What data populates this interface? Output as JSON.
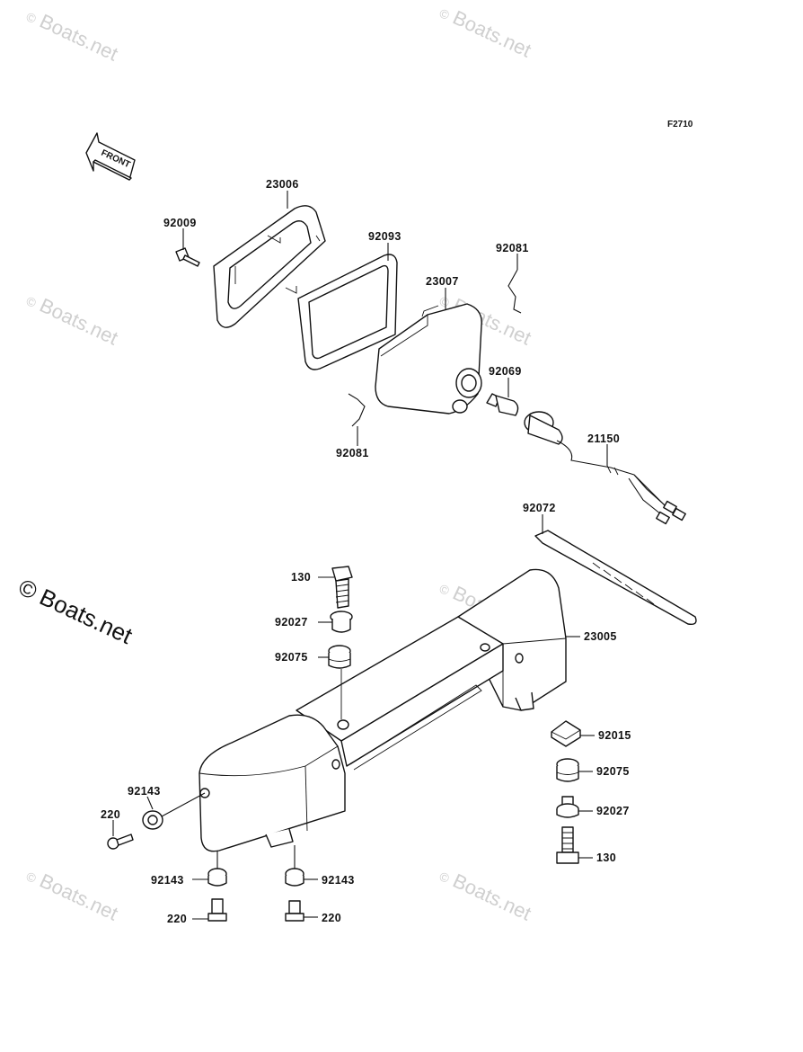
{
  "diagram_code": "F2710",
  "front_label": "FRONT",
  "watermark": "Boats.net",
  "copyright_symbol": "©",
  "parts": {
    "p23006": "23006",
    "p92009": "92009",
    "p92093": "92093",
    "p92081_top": "92081",
    "p23007": "23007",
    "p92069": "92069",
    "p92081_bottom": "92081",
    "p21150": "21150",
    "p92072": "92072",
    "p130_top": "130",
    "p92027_top": "92027",
    "p92075_top": "92075",
    "p23005": "23005",
    "p92015": "92015",
    "p92075_right": "92075",
    "p92027_right": "92027",
    "p130_right": "130",
    "p92143_left": "92143",
    "p220_left": "220",
    "p92143_bl": "92143",
    "p220_bl": "220",
    "p92143_bc": "92143",
    "p220_bc": "220"
  }
}
